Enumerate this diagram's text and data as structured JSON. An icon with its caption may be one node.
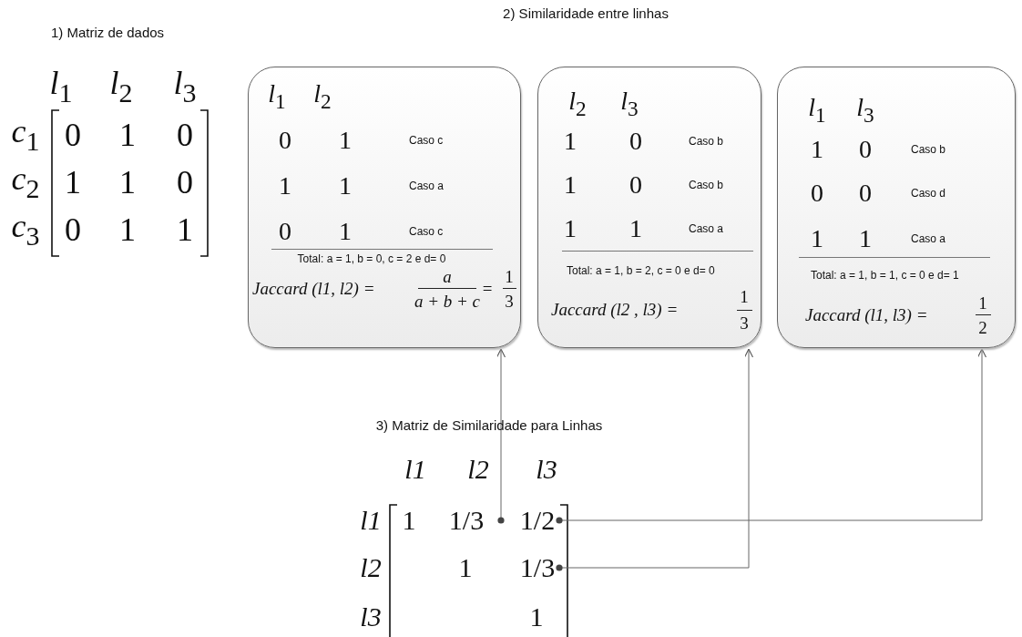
{
  "diagram": {
    "nodes": [
      {
        "text": [
          "*l*$_{1}$",
          "*l*$_{2}$",
          "0",
          "1",
          "Caso c",
          "1",
          "1",
          "Caso a",
          "0",
          "1",
          "Caso c",
          "Total: a = 1, b = 0, c = 2 e d= 0",
          "a",
          "1",
          "Jaccard (l1, l2) =",
          "=",
          "a + b + c",
          "3"
        ]
      },
      {
        "text": [
          "*l*$_{2}$",
          "*l*$_{3}$",
          "1",
          "0",
          "Caso b",
          "1",
          "0",
          "Caso b",
          "1",
          "1",
          "Caso a",
          "Total:  a = 1, b = 2, c = 0 e d= 0",
          "1",
          "Jaccard    (l2 , l3) =",
          "3"
        ]
      },
      {
        "text": [
          "*l*$_{1}$",
          "*l*$_{3}$",
          "1",
          "0",
          "Caso b",
          "0",
          "0",
          "Caso d",
          "1",
          "1",
          "Caso a",
          "Total:  a = 1, b = 1, c = 0 e d= 1",
          "1",
          "Jaccard   (l1, l3) =",
          "2"
        ]
      },
      {
        "text": [
          "1/3"
        ]
      },
      {
        "text": [
          "1/2"
        ]
      },
      {
        "text": [
          "1/3"
        ]
      }
    ],
    "edges": [
      {
        "from": 3,
        "to": 0,
        "arrow": "to"
      },
      {
        "from": 4,
        "to": 2,
        "arrow": "to"
      },
      {
        "from": 5,
        "to": 1,
        "arrow": "to"
      }
    ],
    "labels": [
      "1) Matriz de dados",
      "2) Similaridade entre linhas",
      "*l*$_{1}$",
      "*l*$_{2}$",
      "*l*$_{3}$",
      "*c*$_{1}$",
      "0",
      "1",
      "0",
      "*c*$_{2}$",
      "1",
      "1",
      "0",
      "*c*$_{3}$",
      "0",
      "1",
      "1",
      "3) Matriz de Similaridade para Linhas",
      "l1",
      "l2",
      "l3",
      "l1",
      "1",
      "l2",
      "1",
      "l3",
      "1"
    ]
  }
}
